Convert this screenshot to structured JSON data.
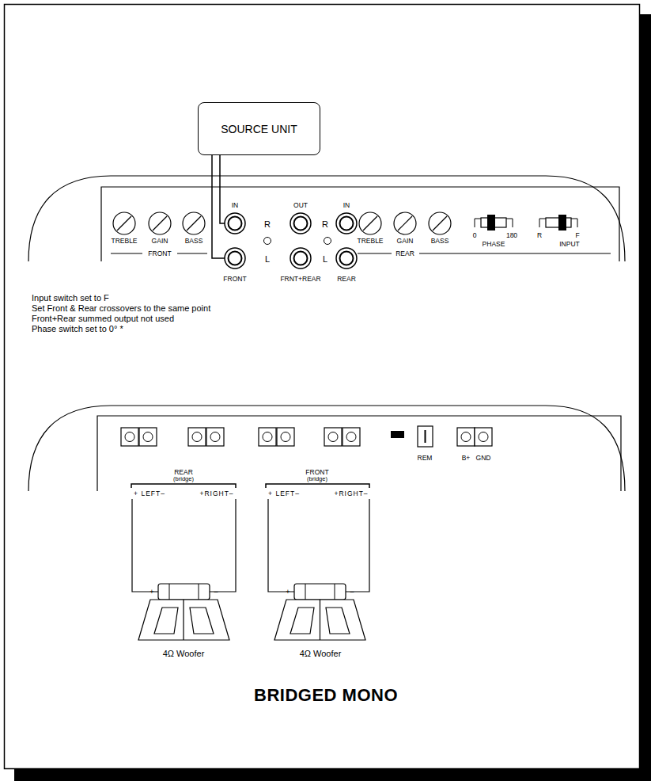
{
  "diagram": {
    "title": "BRIDGED MONO",
    "nodes": [
      {
        "text": [
          "SOURCE UNIT"
        ]
      }
    ],
    "labels": [
      "TREBLE",
      "GAIN",
      "BASS",
      "FRONT",
      "IN",
      "OUT",
      "IN",
      "R",
      "R",
      "L",
      "L",
      "FRONT",
      "FRNT+REAR",
      "REAR",
      "TREBLE",
      "GAIN",
      "BASS",
      "REAR",
      "0",
      "180",
      "PHASE",
      "R",
      "F",
      "INPUT",
      "Input switch set to F",
      "Set Front & Rear crossovers to the same point",
      "Front+Rear summed output not used",
      "Phase switch set to 0°  *",
      "REAR",
      "(bridge)",
      "FRONT",
      "(bridge)",
      "+ LEFT–",
      "+RIGHT–",
      "+ LEFT–",
      "+RIGHT–",
      "REM",
      "B+",
      "GND",
      "+",
      "–",
      "+",
      "–",
      "4Ω Woofer",
      "4Ω Woofer"
    ]
  }
}
